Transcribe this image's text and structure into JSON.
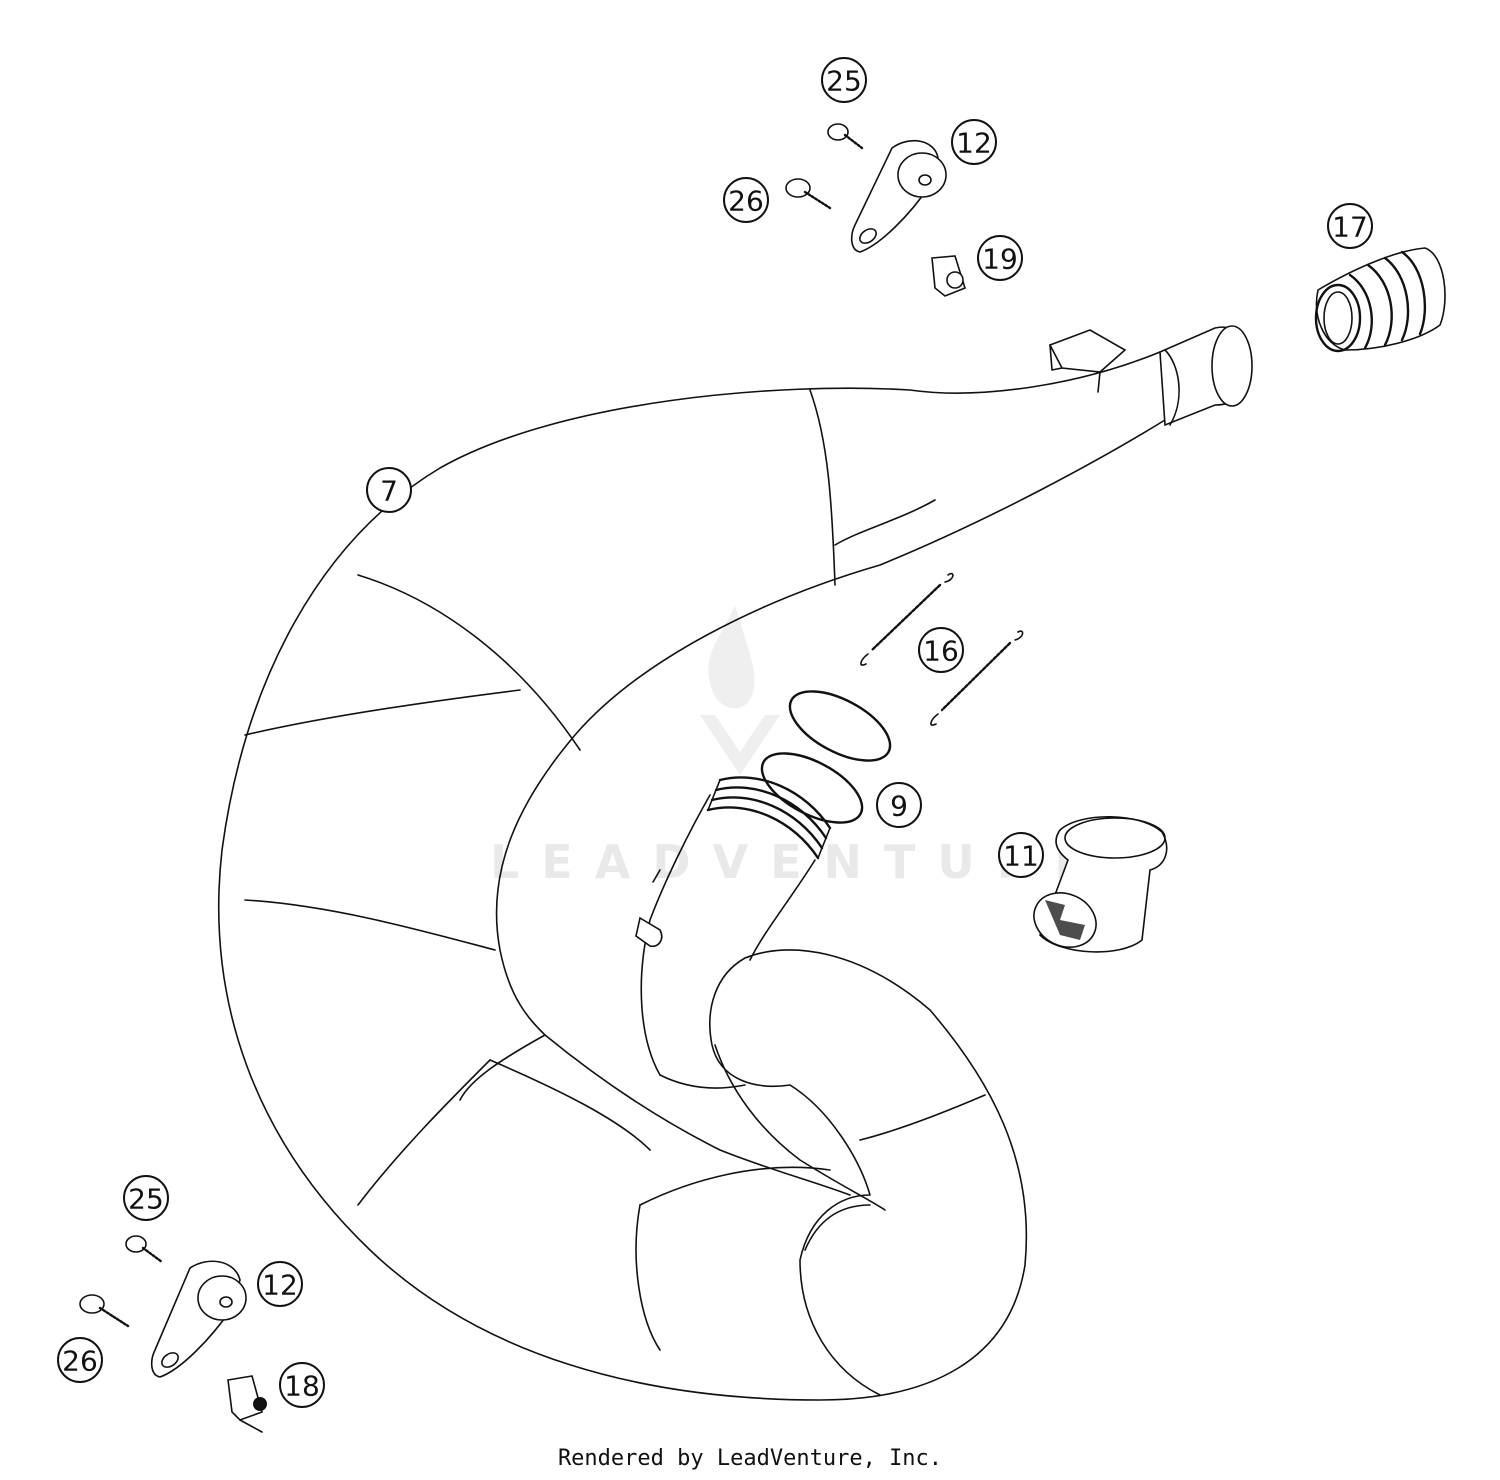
{
  "diagram": {
    "callouts": [
      {
        "id": "c25a",
        "label": "25"
      },
      {
        "id": "c12a",
        "label": "12"
      },
      {
        "id": "c26a",
        "label": "26"
      },
      {
        "id": "c19",
        "label": "19"
      },
      {
        "id": "c17",
        "label": "17"
      },
      {
        "id": "c7",
        "label": "7"
      },
      {
        "id": "c16",
        "label": "16"
      },
      {
        "id": "c9",
        "label": "9"
      },
      {
        "id": "c11",
        "label": "11"
      },
      {
        "id": "c25b",
        "label": "25"
      },
      {
        "id": "c12b",
        "label": "12"
      },
      {
        "id": "c26b",
        "label": "26"
      },
      {
        "id": "c18",
        "label": "18"
      }
    ],
    "watermark": "LEADVENTURE"
  },
  "footer": {
    "text": "Rendered by LeadVenture, Inc."
  }
}
